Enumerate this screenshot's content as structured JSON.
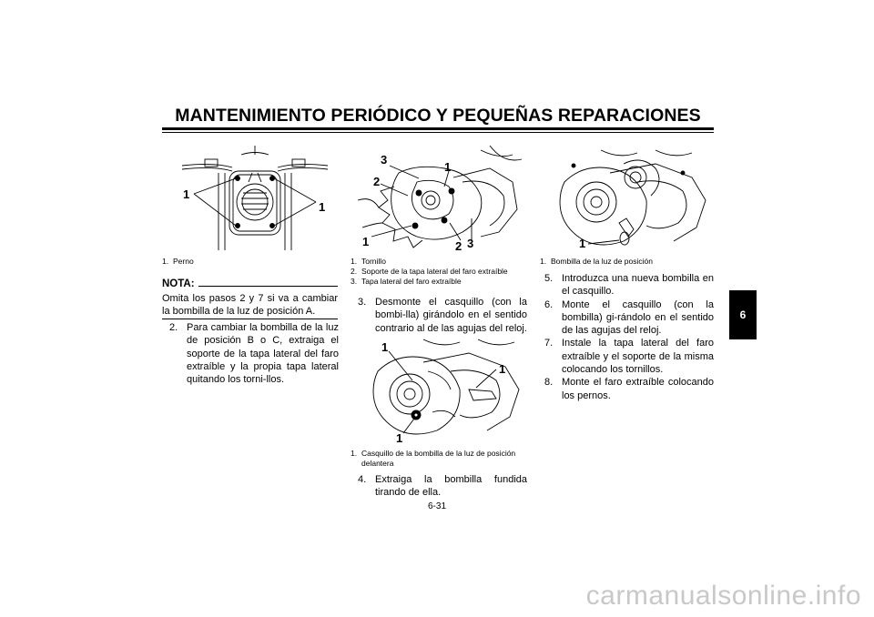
{
  "page": {
    "title": "MANTENIMIENTO PERIÓDICO Y PEQUEÑAS REPARACIONES",
    "chapter_tab": "6",
    "page_number": "6-31",
    "watermark": "carmanualsonline.info"
  },
  "figure1": {
    "callouts": [
      "1",
      "1"
    ],
    "captions": [
      {
        "num": "1.",
        "text": "Perno"
      }
    ]
  },
  "note": {
    "label": "NOTA:",
    "text": "Omita los pasos 2 y 7 si va a cambiar la bombilla de la luz de posición A."
  },
  "steps_left": [
    {
      "num": "2.",
      "text": "Para cambiar la bombilla de la luz de posición B o C, extraiga el soporte de la tapa lateral del faro extraíble y la propia tapa lateral quitando los torni-llos."
    }
  ],
  "figure2": {
    "callouts": [
      "3",
      "1",
      "2",
      "1",
      "2",
      "3"
    ],
    "captions": [
      {
        "num": "1.",
        "text": "Tornillo"
      },
      {
        "num": "2.",
        "text": "Soporte de la tapa lateral del faro extraíble"
      },
      {
        "num": "3.",
        "text": "Tapa lateral del faro extraíble"
      }
    ]
  },
  "steps_mid_a": [
    {
      "num": "3.",
      "text": "Desmonte el casquillo (con la bombi-lla) girándolo en el sentido contrario al de las agujas del reloj."
    }
  ],
  "figure3": {
    "callouts": [
      "1",
      "1",
      "1"
    ],
    "captions": [
      {
        "num": "1.",
        "text": "Casquillo de la bombilla de la luz de posición delantera"
      }
    ]
  },
  "steps_mid_b": [
    {
      "num": "4.",
      "text": "Extraiga la bombilla fundida tirando de ella."
    }
  ],
  "figure4": {
    "callouts": [
      "1"
    ],
    "captions": [
      {
        "num": "1.",
        "text": "Bombilla de la luz de posición"
      }
    ]
  },
  "steps_right": [
    {
      "num": "5.",
      "text": "Introduzca una nueva bombilla en el casquillo."
    },
    {
      "num": "6.",
      "text": "Monte el casquillo (con la bombilla) gi-rándolo en el sentido de las agujas del reloj."
    },
    {
      "num": "7.",
      "text": "Instale la tapa lateral del faro extraíble y el soporte de la misma colocando los tornillos."
    },
    {
      "num": "8.",
      "text": "Monte el faro extraíble colocando los pernos."
    }
  ]
}
